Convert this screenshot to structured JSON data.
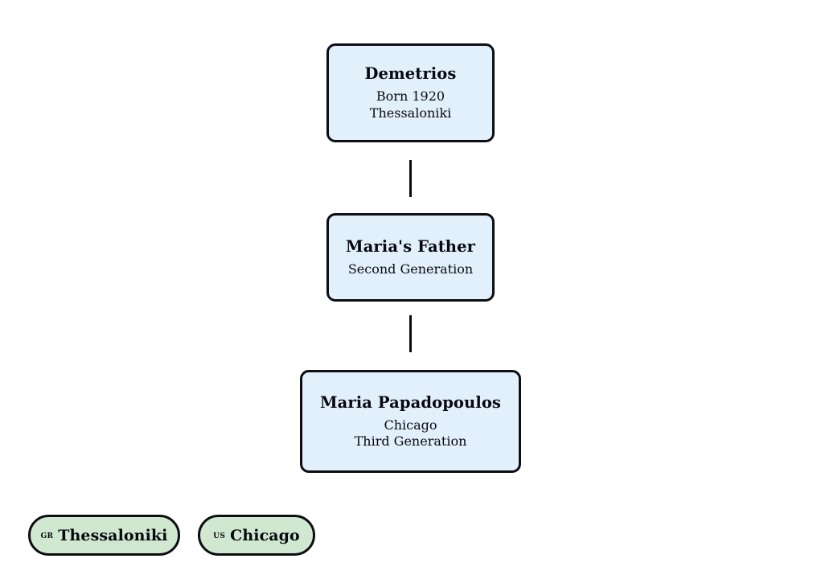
{
  "diagram": {
    "type": "family-tree",
    "orientation": "top-down",
    "node_fill": "#e2f0fc",
    "node_border": "#0d0d12",
    "badge_fill": "#cfe8cf",
    "connector_color": "#0a0a10",
    "background": "#ffffff"
  },
  "nodes": [
    {
      "id": "demetrios",
      "title": "Demetrios",
      "lines": [
        "Born 1920",
        "Thessaloniki"
      ],
      "generation": 1
    },
    {
      "id": "marias-father",
      "title": "Maria's Father",
      "lines": [
        "Second Generation"
      ],
      "generation": 2
    },
    {
      "id": "maria",
      "title": "Maria Papadopoulos",
      "lines": [
        "Chicago",
        "Third Generation"
      ],
      "generation": 3
    }
  ],
  "edges": [
    {
      "from": "demetrios",
      "to": "marias-father"
    },
    {
      "from": "marias-father",
      "to": "maria"
    }
  ],
  "badges": [
    {
      "id": "thessaloniki",
      "code": "GR",
      "label": "Thessaloniki"
    },
    {
      "id": "chicago",
      "code": "US",
      "label": "Chicago"
    }
  ]
}
